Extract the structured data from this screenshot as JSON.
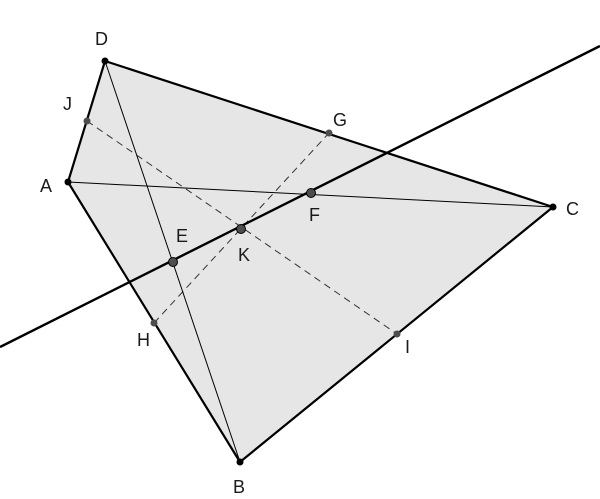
{
  "figure": {
    "fill_color": "#e6e6e6",
    "edge_color": "#000000",
    "point_color": "#4d4d4d",
    "points": [
      {
        "id": "A",
        "label": "A"
      },
      {
        "id": "B",
        "label": "B"
      },
      {
        "id": "C",
        "label": "C"
      },
      {
        "id": "D",
        "label": "D"
      },
      {
        "id": "E",
        "label": "E"
      },
      {
        "id": "F",
        "label": "F"
      },
      {
        "id": "G",
        "label": "G"
      },
      {
        "id": "H",
        "label": "H"
      },
      {
        "id": "I",
        "label": "I"
      },
      {
        "id": "J",
        "label": "J"
      },
      {
        "id": "K",
        "label": "K"
      }
    ]
  }
}
